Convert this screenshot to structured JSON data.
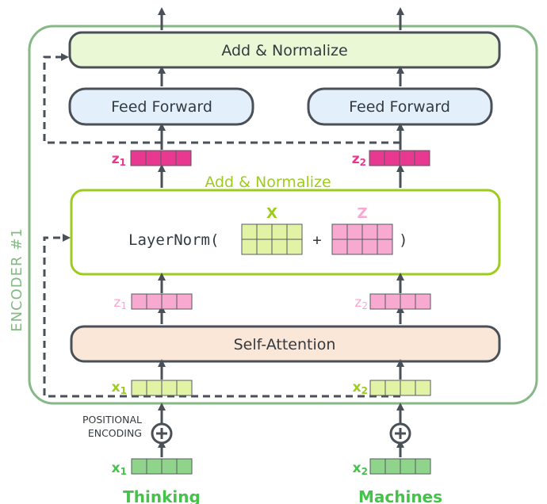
{
  "encoder_label": "ENCODER #1",
  "top_block": {
    "label": "Add & Normalize"
  },
  "feed_forward": {
    "left_label": "Feed Forward",
    "right_label": "Feed Forward"
  },
  "mid_block": {
    "title": "Add & Normalize",
    "formula_prefix": "LayerNorm(",
    "plus": "+",
    "formula_suffix": ")",
    "x_label": "X",
    "z_label": "Z"
  },
  "self_attention": {
    "label": "Self-Attention"
  },
  "positional_encoding": {
    "line1": "POSITIONAL",
    "line2": "ENCODING"
  },
  "vectors": {
    "z_top_left": {
      "base": "z",
      "sub": "1"
    },
    "z_top_right": {
      "base": "z",
      "sub": "2"
    },
    "z_mid_left": {
      "base": "z",
      "sub": "1"
    },
    "z_mid_right": {
      "base": "z",
      "sub": "2"
    },
    "x_enc_left": {
      "base": "x",
      "sub": "1"
    },
    "x_enc_right": {
      "base": "x",
      "sub": "2"
    },
    "x_in_left": {
      "base": "x",
      "sub": "1"
    },
    "x_in_right": {
      "base": "x",
      "sub": "2"
    }
  },
  "words": {
    "left": "Thinking",
    "right": "Machines"
  },
  "colors": {
    "encoder_border": "#86b886",
    "add_norm_fill": "#eaf8d6",
    "ff_fill": "#e3f0fb",
    "sa_fill": "#fbe7d8",
    "lime": "#9dcc1e",
    "z_strong": "#e8388f",
    "z_light": "#f7a9cf",
    "x_light": "#e3f3a6",
    "x_green": "#8fd48a",
    "word_green": "#44c24a",
    "dark": "#4a5058"
  }
}
